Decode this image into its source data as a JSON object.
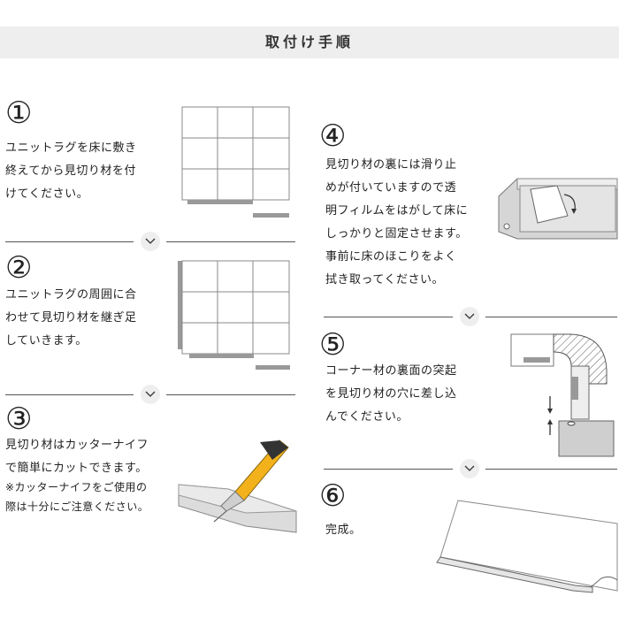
{
  "header": {
    "title": "取付け手順"
  },
  "steps": [
    {
      "number": "①",
      "text": "ユニットラグを床に敷き\n終えてから見切り材を付\nけてください。"
    },
    {
      "number": "②",
      "text": "ユニットラグの周囲に合\nわせて見切り材を継ぎ足\nしていきます。"
    },
    {
      "number": "③",
      "text": "見切り材はカッターナイフ\nで簡単にカットできます。",
      "note": "※カッターナイフをご使用の\n際は十分にご注意ください。"
    },
    {
      "number": "④",
      "text": "見切り材の裏には滑り止\nめが付いていますので透\n明フィルムをはがして床に\nしっかりと固定させます。\n事前に床のほこりをよく\n拭き取ってください。"
    },
    {
      "number": "⑤",
      "text": "コーナー材の裏面の突起\nを見切り材の穴に差し込\nんでください。"
    },
    {
      "number": "⑥",
      "text": "完成。"
    }
  ],
  "icons": {
    "divider_chevron": "chevron-down-icon"
  },
  "colors": {
    "header_bg": "#eeeeee",
    "rail_gray": "#9a9a9a",
    "cutter_yellow": "#f3b21b"
  }
}
